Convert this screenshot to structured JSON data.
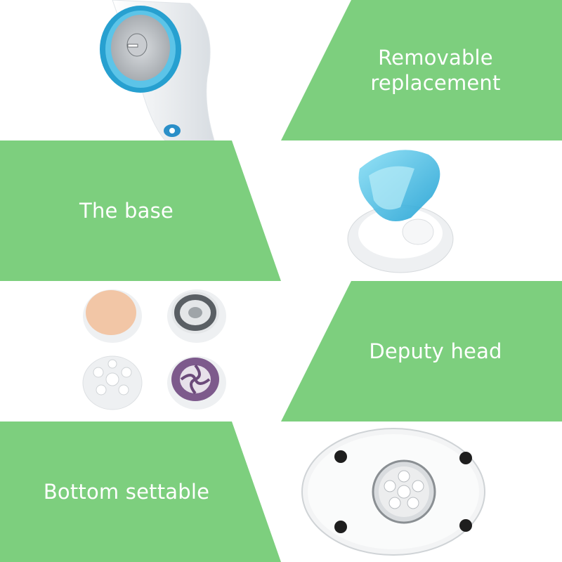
{
  "colors": {
    "banner_green": "#7dcf7e",
    "accent_blue": "#2aa7d6",
    "device_white": "#f2f4f6"
  },
  "sections": [
    {
      "label": "Removable replacement",
      "line1": "Removable",
      "line2": "replacement",
      "image": "brush-handle"
    },
    {
      "label": "The base",
      "image": "charging-base"
    },
    {
      "label": "Deputy head",
      "image": "brush-heads"
    },
    {
      "label": "Bottom settable",
      "image": "device-bottom"
    }
  ]
}
